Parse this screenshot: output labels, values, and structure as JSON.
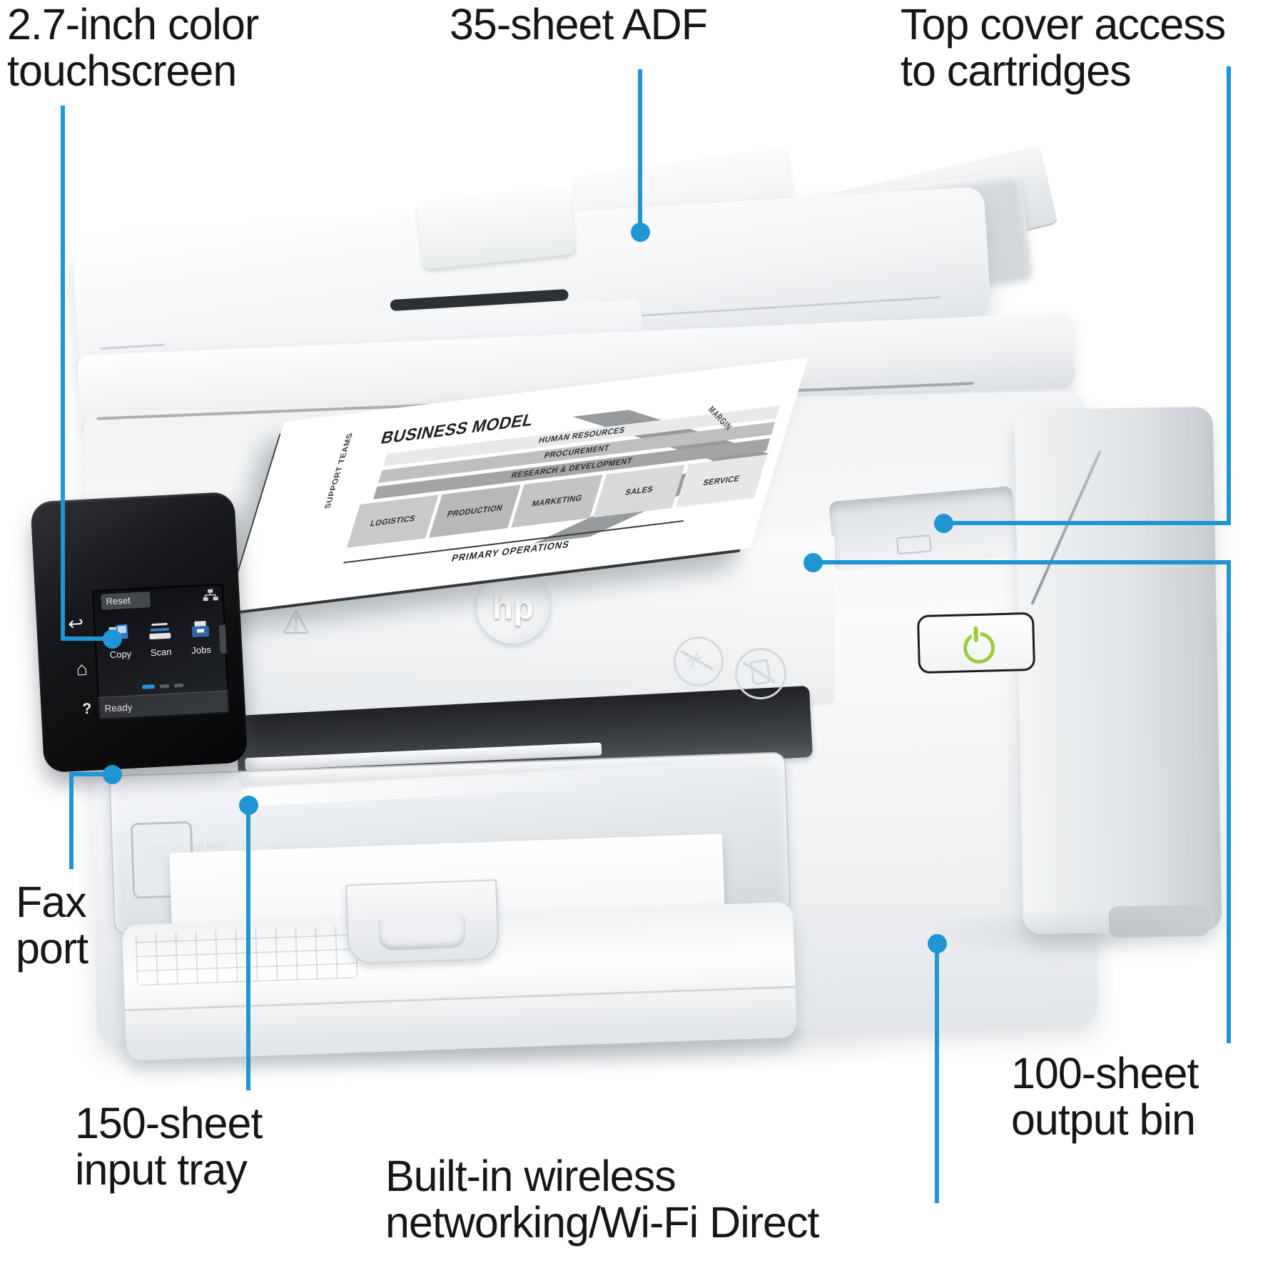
{
  "colors": {
    "accent": "#2095d3",
    "power_green": "#9ccb3b"
  },
  "callouts": {
    "touchscreen": {
      "label": "2.7-inch color\ntouchscreen"
    },
    "adf": {
      "label": "35-sheet ADF"
    },
    "top_cover": {
      "label": "Top cover access\nto cartridges"
    },
    "fax_port": {
      "label": "Fax\nport"
    },
    "input_tray": {
      "label": "150-sheet\ninput tray"
    },
    "wireless": {
      "label": "Built-in wireless\nnetworking/Wi-Fi Direct"
    },
    "output_bin": {
      "label": "100-sheet\noutput bin"
    }
  },
  "printer": {
    "brand_logo": "hp",
    "model_label": "LaserJet Pro MFP M130fw",
    "control_panel": {
      "reset_button": "Reset",
      "status_text": "Ready",
      "apps": [
        {
          "label": "Copy"
        },
        {
          "label": "Scan"
        },
        {
          "label": "Jobs"
        }
      ],
      "nav": [
        {
          "name": "back-icon",
          "glyph": "↩"
        },
        {
          "name": "home-icon",
          "glyph": "⌂"
        },
        {
          "name": "help-icon",
          "glyph": "?"
        }
      ]
    },
    "front_marks": {
      "warning_glyph": "⚠",
      "no_scissors_glyph": "✂"
    },
    "scanned_document": {
      "title": "BUSINESS MODEL",
      "side_label": "SUPPORT TEAMS",
      "support_rows": [
        "HUMAN RESOURCES",
        "PROCUREMENT",
        "RESEARCH & DEVELOPMENT"
      ],
      "primary_columns": [
        "LOGISTICS",
        "PRODUCTION",
        "MARKETING",
        "SALES",
        "SERVICE"
      ],
      "bottom_label": "PRIMARY OPERATIONS",
      "arrow_label": "MARGIN"
    }
  }
}
